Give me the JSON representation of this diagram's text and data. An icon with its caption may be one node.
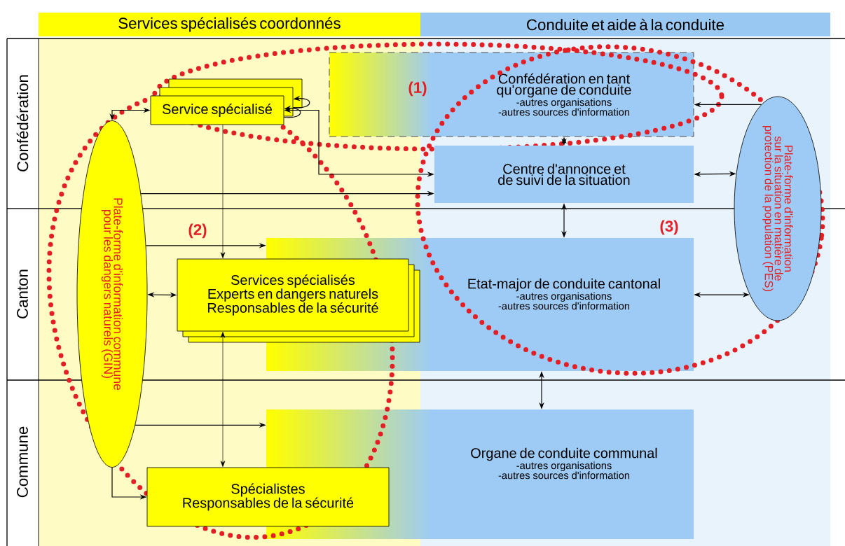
{
  "diagram": {
    "nodes": [
      {
        "text": [
          "Services spécialisés coordonnés"
        ]
      },
      {
        "text": [
          "Conduite et aide à la conduite"
        ]
      },
      {
        "text": [
          "Service spécialisé"
        ]
      },
      {
        "text": [
          "Plate-forme d'information commune pour les dangers naturels (GIN)"
        ]
      },
      {
        "text": [
          "Confédération en tant qu'organe de conduite",
          "-autres organisations",
          "-autres sources d'information"
        ]
      },
      {
        "text": [
          "Centre d'annonce et de suivi de la situation"
        ]
      },
      {
        "text": [
          "Plate-forme d'information sur la situation en matière de protection de la population (PES)"
        ]
      },
      {
        "text": [
          "Services spécialisés",
          "Experts en dangers naturels",
          "Responsables de la sécurité"
        ]
      },
      {
        "text": [
          "Etat-major de conduite cantonal",
          "-autres organisations",
          "-autres sources d'information"
        ]
      },
      {
        "text": [
          "Spécialistes",
          "Responsables de la sécurité"
        ]
      },
      {
        "text": [
          "Organe de conduite communal",
          "-autres organisations",
          "-autres sources d'information"
        ]
      }
    ],
    "edges": [
      {
        "from": 3,
        "to": 2,
        "arrow": "both"
      },
      {
        "from": 2,
        "to": 2,
        "arrow": "to"
      },
      {
        "from": 2,
        "to": 2,
        "arrow": "to"
      },
      {
        "from": 2,
        "to": 5,
        "arrow": "both"
      },
      {
        "from": 3,
        "to": 5,
        "arrow": "to"
      },
      {
        "from": 2,
        "to": 7,
        "arrow": "to"
      },
      {
        "from": 4,
        "to": 5,
        "arrow": "both"
      },
      {
        "from": 6,
        "to": 4,
        "arrow": "to"
      },
      {
        "from": 5,
        "to": 6,
        "arrow": "both"
      },
      {
        "from": 5,
        "to": 8,
        "arrow": "both"
      },
      {
        "from": 3,
        "to": 8,
        "arrow": "to"
      },
      {
        "from": 3,
        "to": 7,
        "arrow": "both"
      },
      {
        "from": 8,
        "to": 6,
        "arrow": "both"
      },
      {
        "from": 7,
        "to": 9,
        "arrow": "both"
      },
      {
        "from": 8,
        "to": 10,
        "arrow": "both"
      },
      {
        "from": 3,
        "to": 10,
        "arrow": "to"
      },
      {
        "from": 3,
        "to": 9,
        "arrow": "to"
      }
    ],
    "labels": [
      "Confédération",
      "(1)",
      "(2)",
      "(3)",
      "Canton",
      "Commune"
    ]
  }
}
